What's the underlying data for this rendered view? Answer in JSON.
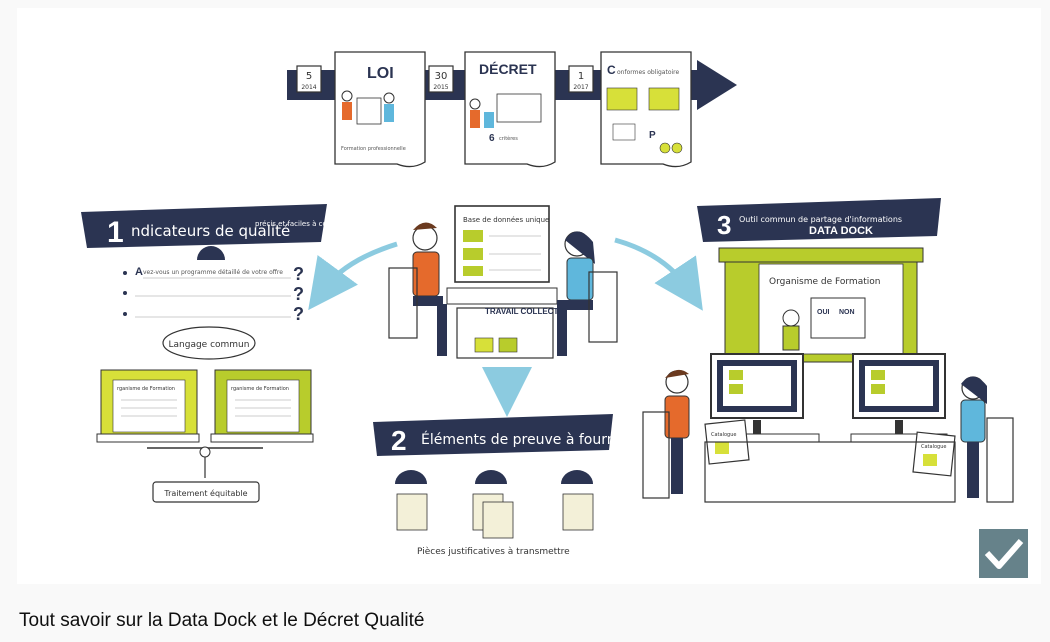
{
  "video": {
    "title": "Tout savoir sur la Data Dock et le Décret Qualité"
  },
  "timeline": {
    "dates": [
      {
        "day": "5",
        "year": "2014"
      },
      {
        "day": "30",
        "year": "2015"
      },
      {
        "day": "1",
        "year": "2017"
      }
    ],
    "scrolls": [
      {
        "title": "LOI",
        "caption": "Formation professionnelle"
      },
      {
        "title": "DÉCRET",
        "caption_num": "6",
        "caption": "critères"
      },
      {
        "title": "C",
        "subtitle": "onformes obligatoire",
        "caption": "P"
      }
    ]
  },
  "section1": {
    "number": "1",
    "title": "ndicateurs de qualité",
    "note": "précis et faciles à comprendre",
    "question_a": "A",
    "question_text": "vez-vous un programme détaillé de votre offre",
    "language_label": "Langage commun",
    "card_left": "rganisme de Formation",
    "card_right": "rganisme de Formation",
    "treatment_label": "Traitement équitable"
  },
  "center": {
    "db_label": "Base de données unique",
    "collective": "TRAVAIL COLLECTIF"
  },
  "section2": {
    "number": "2",
    "title": "Éléments de preuve à fournir",
    "caption": "Pièces justificatives à transmettre"
  },
  "section3": {
    "number": "3",
    "tool_text": "Outil commun de partage d'informations",
    "brand": "DATA DOCK",
    "building_label": "Organisme de Formation",
    "oui": "OUI",
    "non": "NON",
    "catalogue_left": "Catalogue",
    "catalogue_right": "Catalogue"
  },
  "colors": {
    "navy": "#2b3452",
    "lime": "#b8cc2c",
    "yellow": "#d7e039",
    "orange": "#e56a2c",
    "skyblue": "#5fb7dc",
    "overlay": "#5e7c84"
  },
  "icons": {
    "overlay_icon": "checkmark-icon"
  }
}
